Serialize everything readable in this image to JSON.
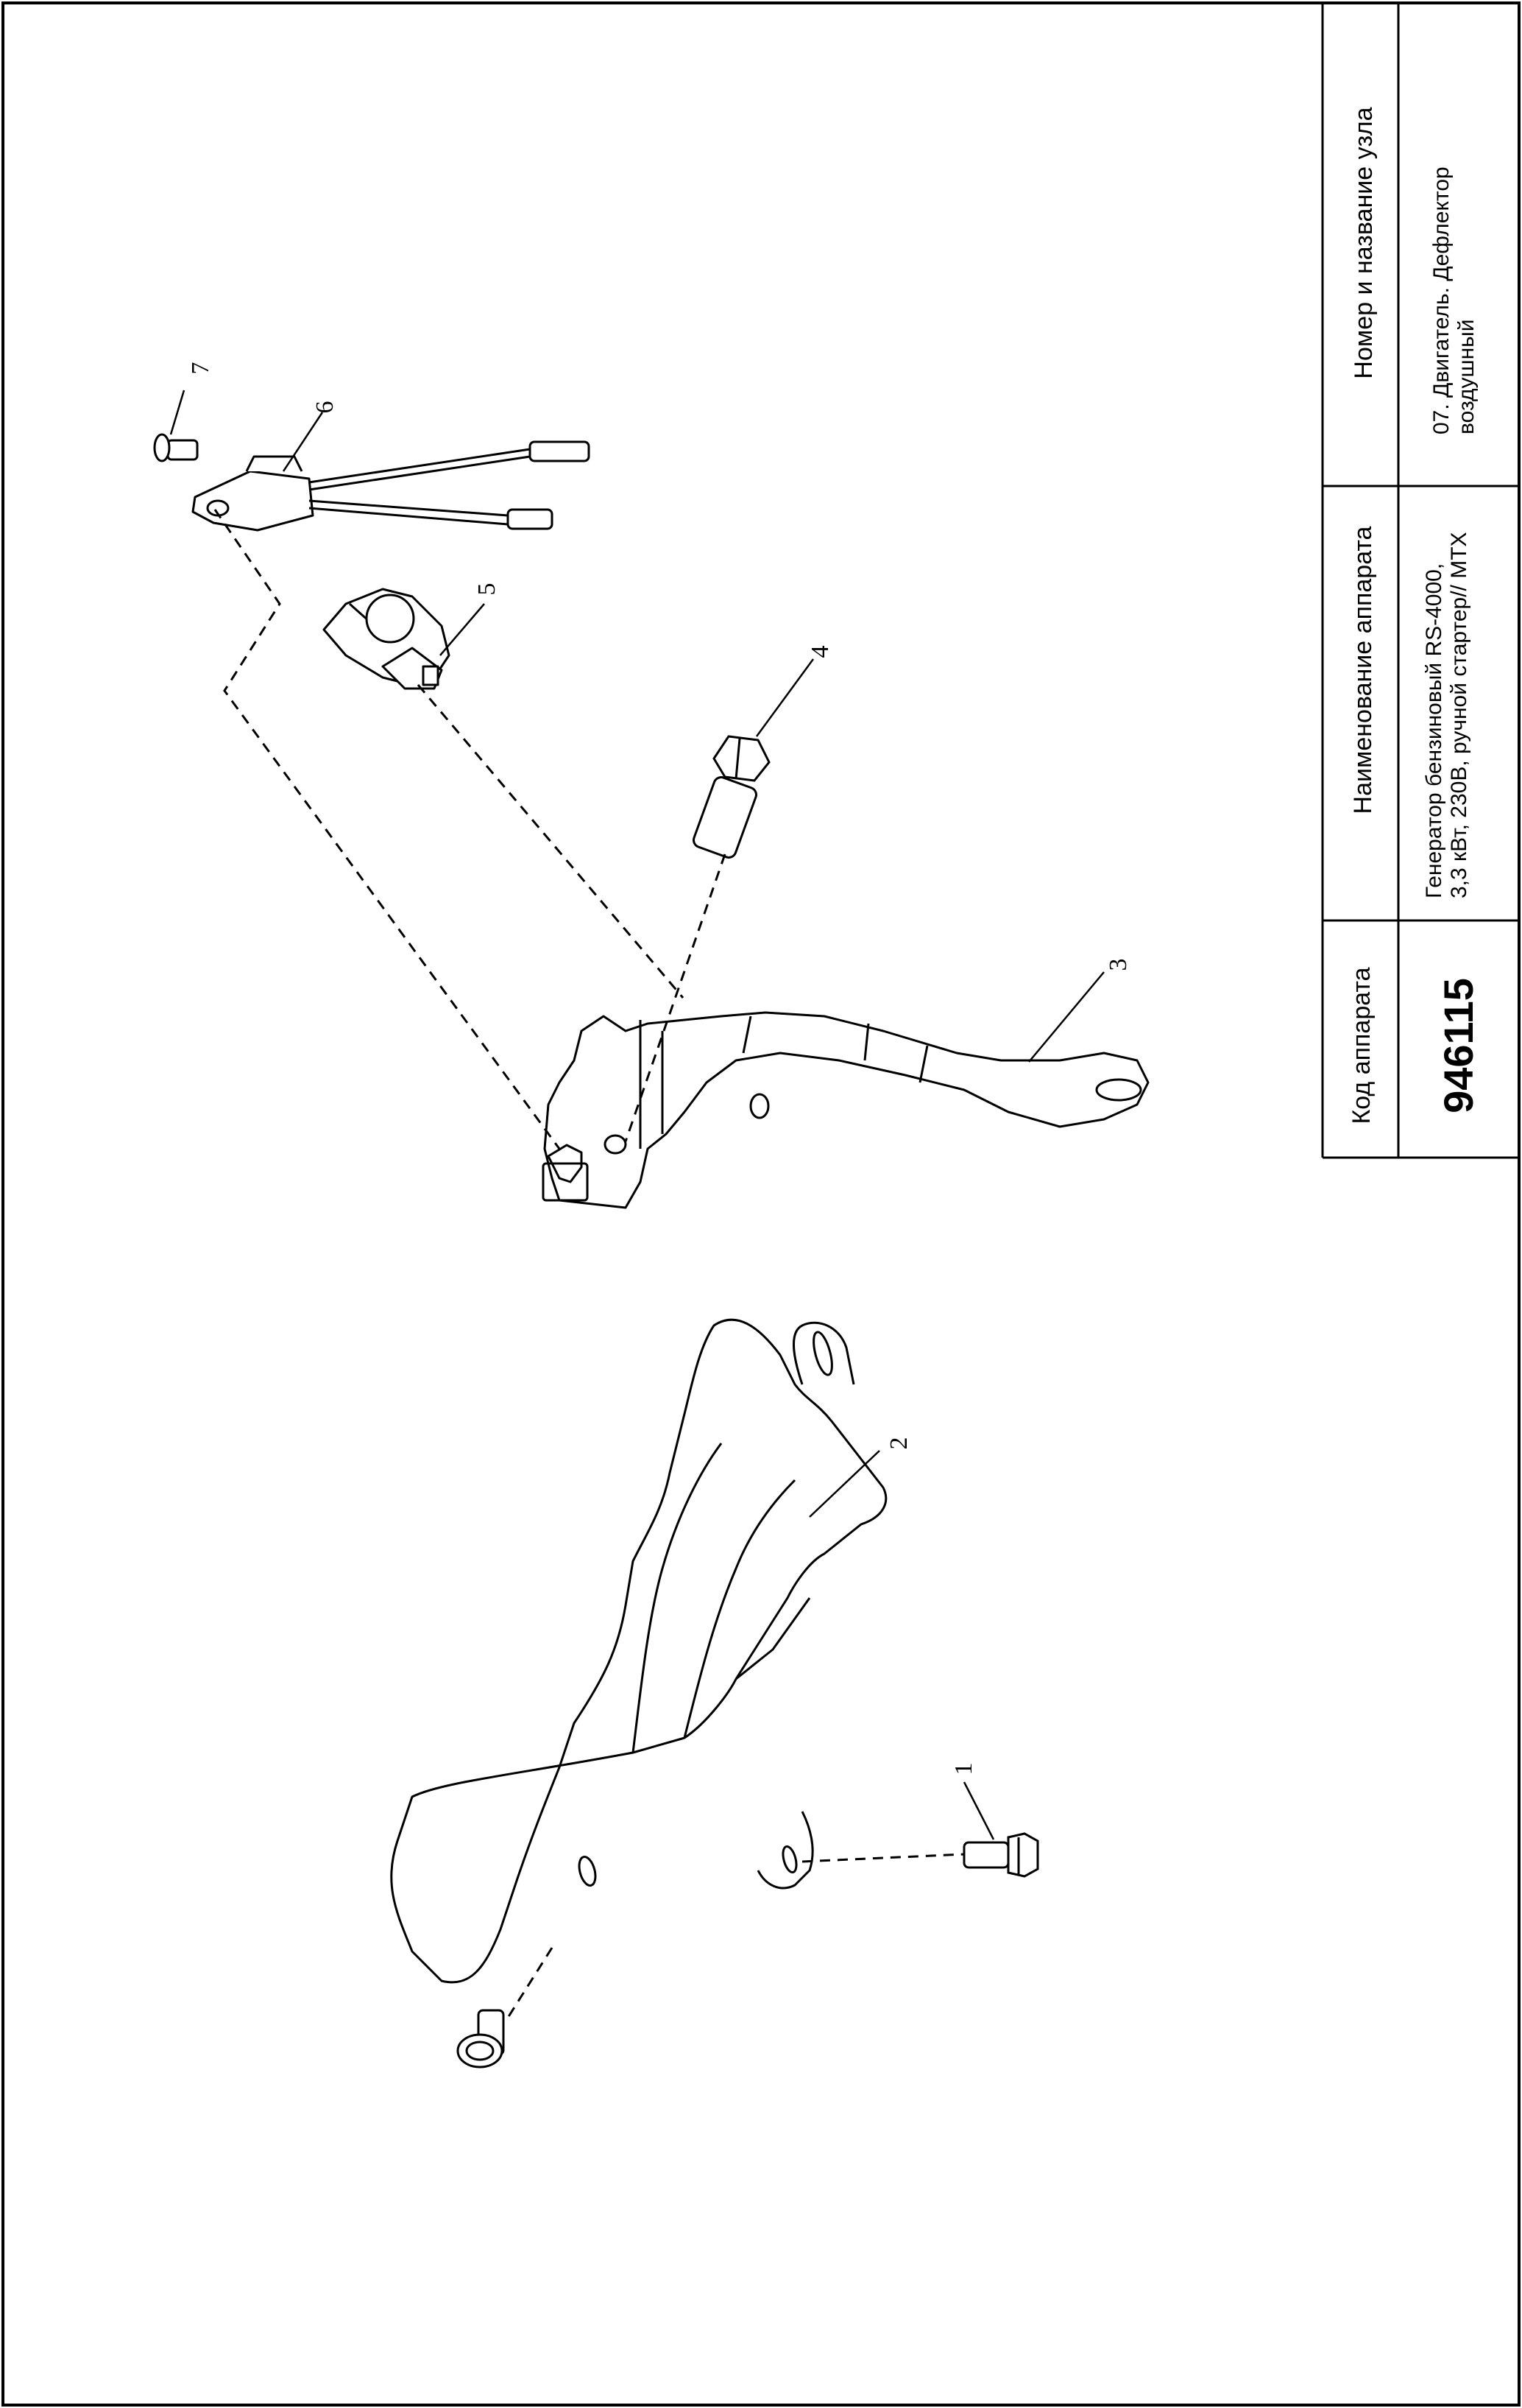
{
  "title_block": {
    "col_code": {
      "header": "Код аппарата",
      "value": "946115"
    },
    "col_device": {
      "header": "Наименование аппарата",
      "value_line1": "Генератор бензиновый RS-4000,",
      "value_line2": "3,3 кВт, 230В, ручной стартер// MTX"
    },
    "col_unit": {
      "header": "Номер и название узла",
      "value_line1": "07. Двигатель. Дефлектор",
      "value_line2": "воздушный"
    }
  },
  "callouts": {
    "c1": "1",
    "c2": "2",
    "c3": "3",
    "c4": "4",
    "c5": "5",
    "c6": "6",
    "c7": "7"
  }
}
